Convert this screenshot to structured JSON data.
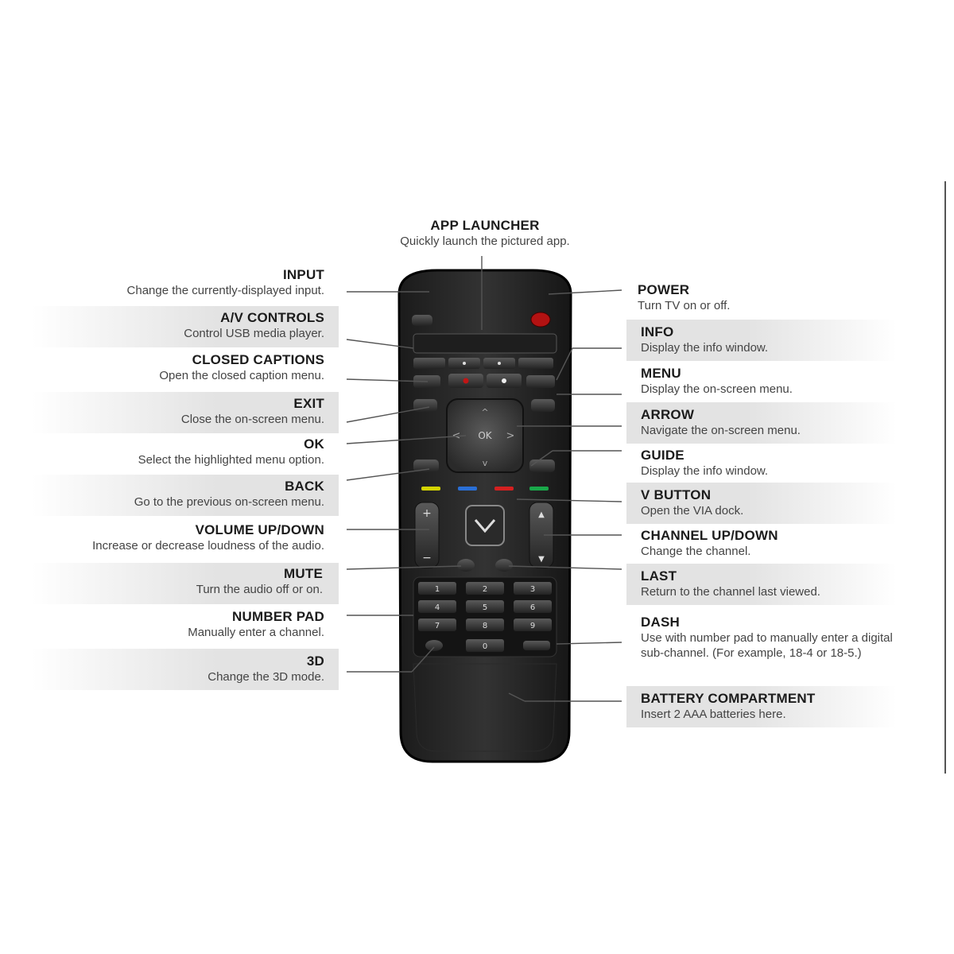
{
  "callouts": {
    "app_launcher": {
      "title": "APP LAUNCHER",
      "desc": "Quickly launch the pictured app."
    },
    "input": {
      "title": "INPUT",
      "desc": "Change the currently-displayed input."
    },
    "av_controls": {
      "title": "A/V CONTROLS",
      "desc": "Control USB media player."
    },
    "closed_captions": {
      "title": "CLOSED CAPTIONS",
      "desc": "Open the closed caption menu."
    },
    "exit": {
      "title": "EXIT",
      "desc": "Close the on-screen menu."
    },
    "ok": {
      "title": "OK",
      "desc": "Select the highlighted menu option."
    },
    "back": {
      "title": "BACK",
      "desc": "Go to the previous on-screen menu."
    },
    "volume": {
      "title": "VOLUME UP/DOWN",
      "desc": "Increase or decrease loudness of the audio."
    },
    "mute": {
      "title": "MUTE",
      "desc": "Turn the audio off or on."
    },
    "number_pad": {
      "title": "NUMBER PAD",
      "desc": "Manually enter a channel."
    },
    "three_d": {
      "title": "3D",
      "desc": "Change the 3D mode."
    },
    "power": {
      "title": "POWER",
      "desc": "Turn TV on or off."
    },
    "info": {
      "title": "INFO",
      "desc": "Display the info window."
    },
    "menu": {
      "title": "MENU",
      "desc": "Display the on-screen menu."
    },
    "arrow": {
      "title": "ARROW",
      "desc": "Navigate the on-screen menu."
    },
    "guide": {
      "title": "GUIDE",
      "desc": "Display the info window."
    },
    "v_button": {
      "title": "V BUTTON",
      "desc": "Open the VIA dock."
    },
    "channel": {
      "title": "CHANNEL UP/DOWN",
      "desc": "Change the channel."
    },
    "last": {
      "title": "LAST",
      "desc": "Return to the channel last viewed."
    },
    "dash": {
      "title": "DASH",
      "desc": "Use with number pad to manually enter a digital sub-channel. (For example, 18-4 or 18-5.)"
    },
    "battery": {
      "title": "BATTERY COMPARTMENT",
      "desc": "Insert 2 AAA batteries here."
    }
  },
  "remote": {
    "ok_label": "OK",
    "keypad": [
      "1",
      "2",
      "3",
      "4",
      "5",
      "6",
      "7",
      "8",
      "9",
      "0"
    ],
    "vol_plus": "+",
    "vol_minus": "−",
    "ch_up": "▲",
    "ch_down": "▼",
    "nav_up": "^",
    "nav_down": "v",
    "nav_left": "<",
    "nav_right": ">",
    "color_keys": [
      "#d4d400",
      "#2a6fd6",
      "#d42020",
      "#1aa84a"
    ]
  }
}
